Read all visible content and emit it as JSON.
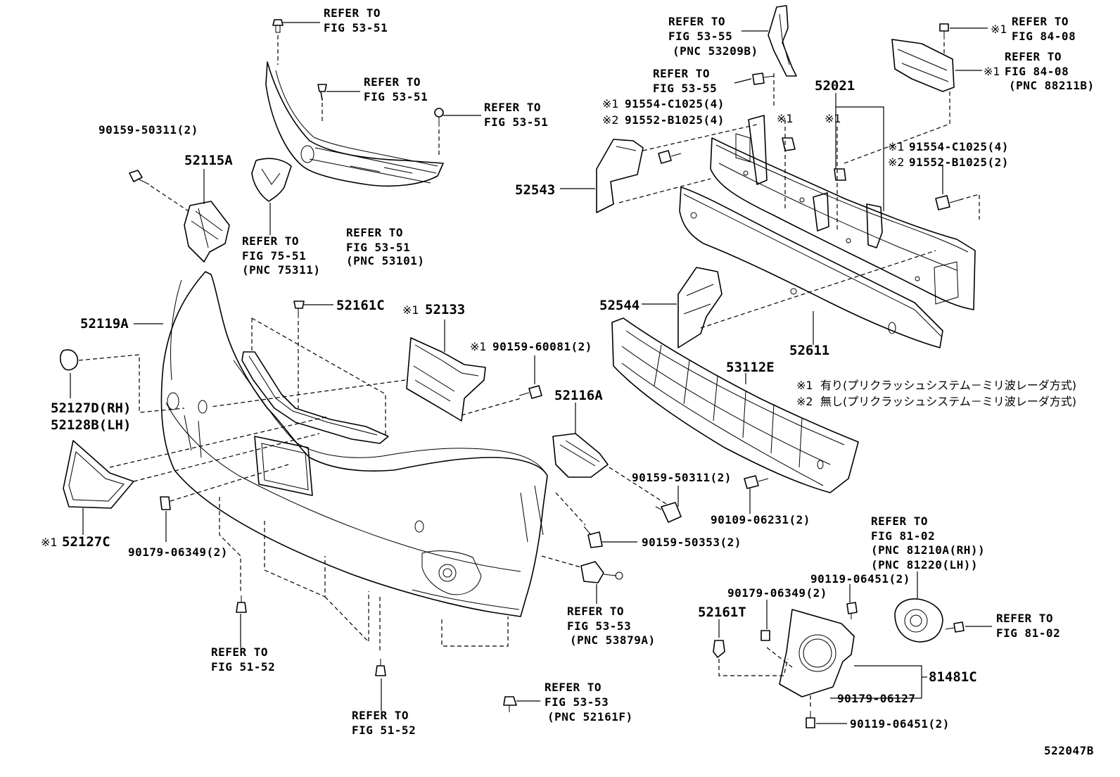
{
  "diagram_id": "522047B",
  "notes": [
    {
      "mark": "※1",
      "text": "有り(プリクラッシュシステム－ミリ波レーダ方式)"
    },
    {
      "mark": "※2",
      "text": "無し(プリクラッシュシステム－ミリ波レーダ方式)"
    }
  ],
  "labels": {
    "ref_grille_top_1": "REFER TO",
    "ref_grille_top_2": "FIG 53-51",
    "ref_clip_a_1": "REFER TO",
    "ref_clip_a_2": "FIG 53-51",
    "ref_clip_b_1": "REFER TO",
    "ref_clip_b_2": "FIG 53-51",
    "bolt_90159_50311_l": "90159-50311(2)",
    "p52115A": "52115A",
    "ref_emblem_1": "REFER TO",
    "ref_emblem_2": "FIG 75-51",
    "ref_emblem_3": "(PNC 75311)",
    "ref_grille_1": "REFER TO",
    "ref_grille_2": "FIG 53-51",
    "ref_grille_3": "(PNC 53101)",
    "ref_plate_1": "REFER TO",
    "ref_plate_2": "FIG 53-55",
    "ref_plate_3": "(PNC 53209B)",
    "ref_bolt_55_1": "REFER TO",
    "ref_bolt_55_2": "FIG 53-55",
    "screw_c1025_4": "91554-C1025(4)",
    "screw_b1025_4": "91552-B1025(4)",
    "p52021": "52021",
    "mark1_a": "※1",
    "mark1_b": "※1",
    "ref_radar_1": "REFER TO",
    "ref_radar_2": "FIG 84-08",
    "ref_radar_b_1": "REFER TO",
    "ref_radar_b_2": "FIG 84-08",
    "ref_radar_b_3": "(PNC 88211B)",
    "screw_c1025_4r": "91554-C1025(4)",
    "screw_b1025_2r": "91552-B1025(2)",
    "p52543": "52543",
    "p52544": "52544",
    "p52611": "52611",
    "p53112E": "53112E",
    "p52119A": "52119A",
    "p52161C": "52161C",
    "p52133": "52133",
    "bolt_90159_60081": "90159-60081(2)",
    "p52127D": "52127D(RH)",
    "p52128B": "52128B(LH)",
    "p52116A": "52116A",
    "bolt_90159_50311_r": "90159-50311(2)",
    "bolt_90109_06231": "90109-06231(2)",
    "p52127C": "52127C",
    "clip_90179_06349": "90179-06349(2)",
    "bolt_90159_50353": "90159-50353(2)",
    "ref_foglamp_1": "REFER TO",
    "ref_foglamp_2": "FIG 81-02",
    "ref_foglamp_3": "(PNC 81210A(RH))",
    "ref_foglamp_4": "(PNC 81220(LH))",
    "bolt_90119_06451_a": "90119-06451(2)",
    "clip_90179_06349_b": "90179-06349(2)",
    "p52161T": "52161T",
    "ref_fog_screw_1": "REFER TO",
    "ref_fog_screw_2": "FIG 81-02",
    "p81481C": "81481C",
    "clip_90179_06127": "90179-06127",
    "bolt_90119_06451_b": "90119-06451(2)",
    "ref_bracket_1": "REFER TO",
    "ref_bracket_2": "FIG 53-53",
    "ref_bracket_3": "(PNC 53879A)",
    "ref_lower_l_1": "REFER TO",
    "ref_lower_l_2": "FIG 51-52",
    "ref_lower_m_1": "REFER TO",
    "ref_lower_m_2": "FIG 51-52",
    "ref_lower_r_1": "REFER TO",
    "ref_lower_r_2": "FIG 53-53",
    "ref_lower_r_3": "(PNC 52161F)"
  }
}
